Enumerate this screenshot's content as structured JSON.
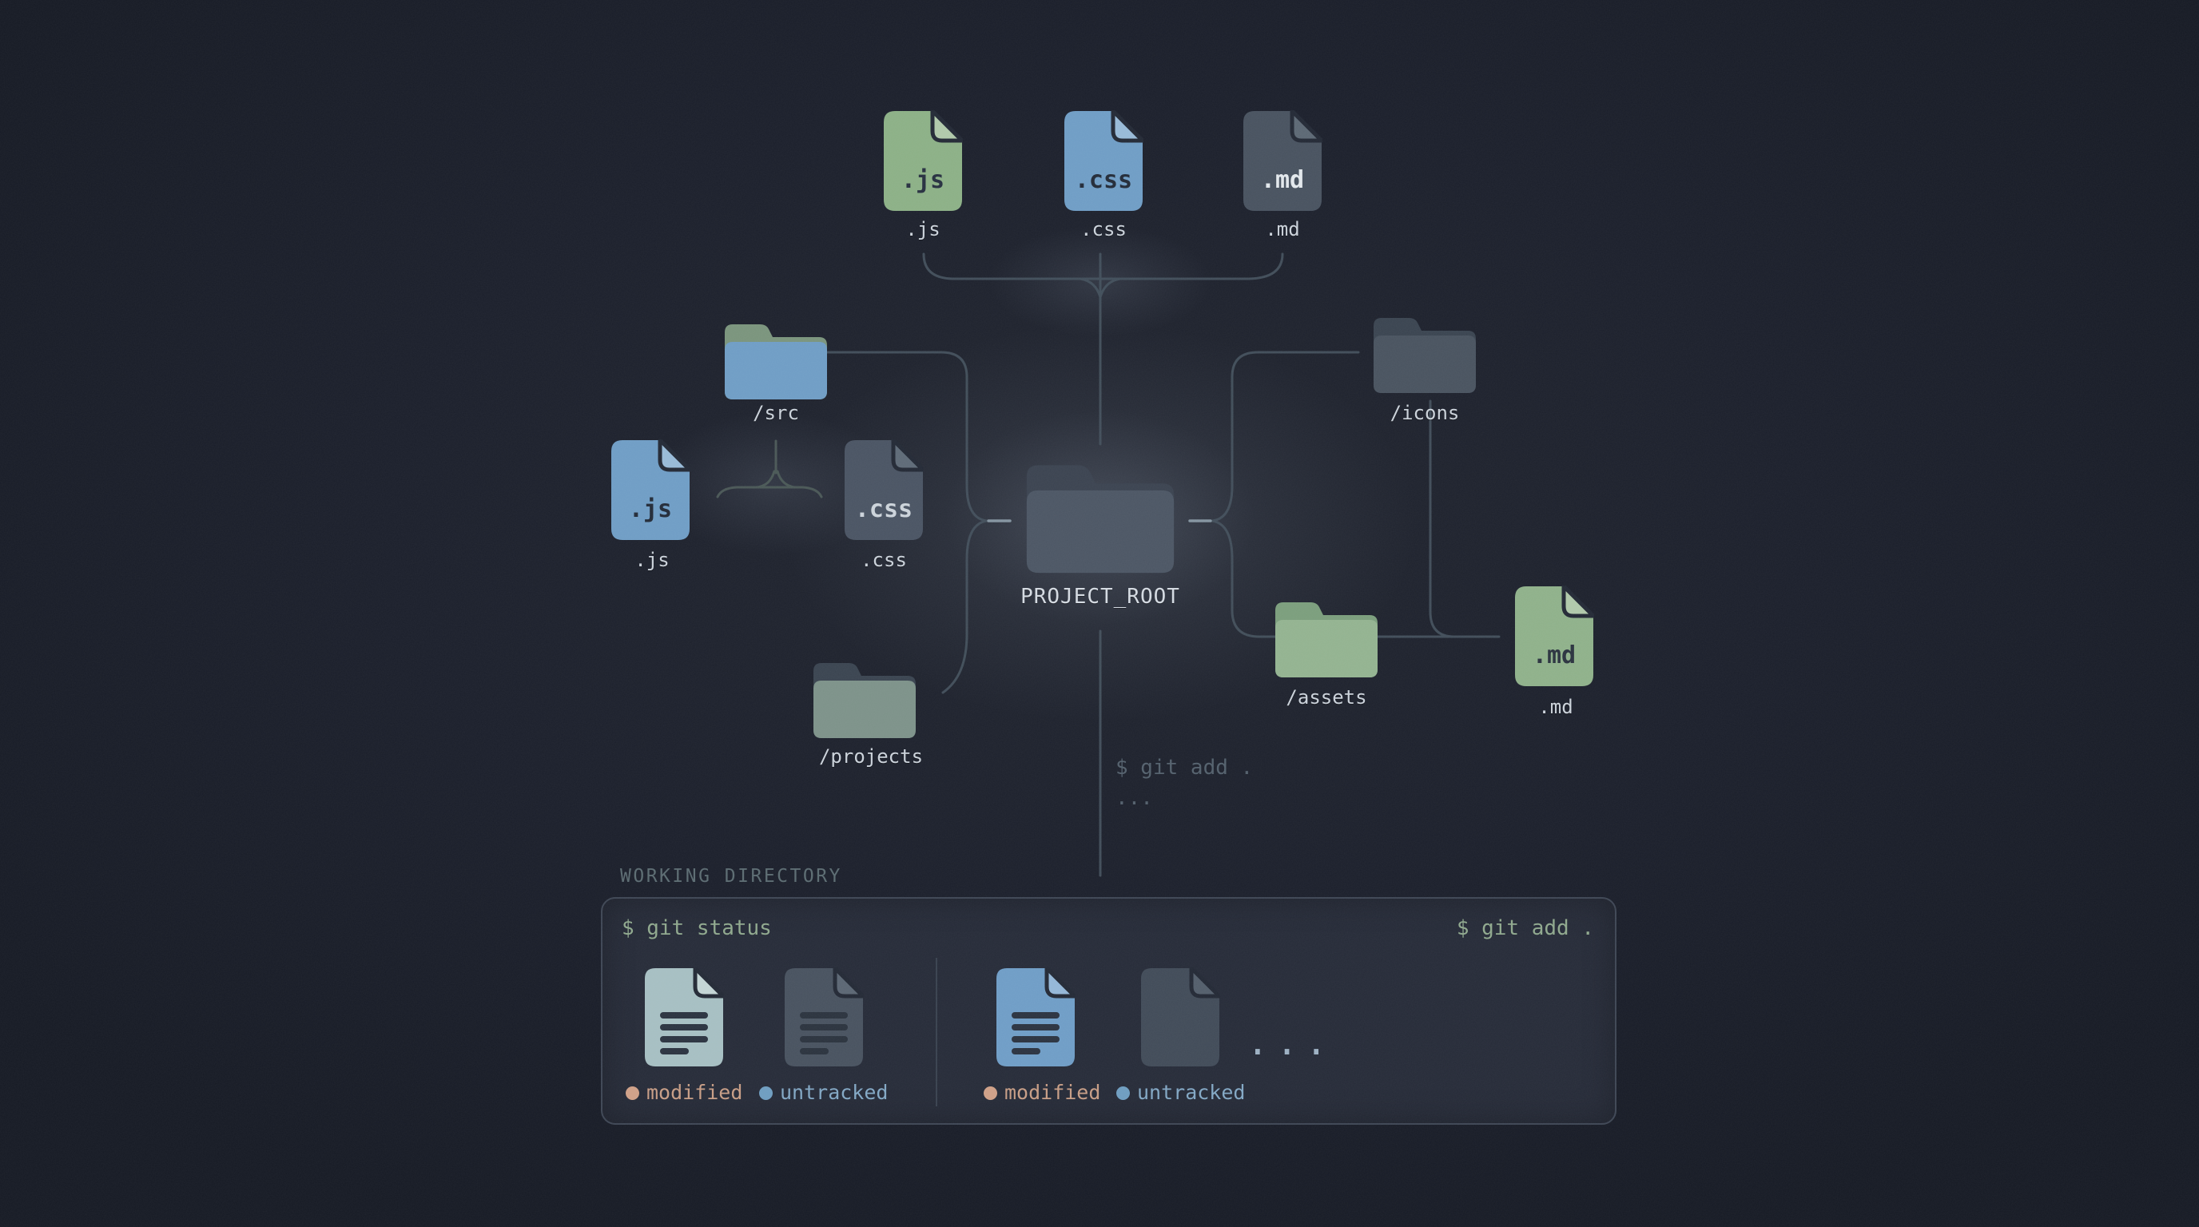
{
  "palette": {
    "background": "#1b1f2b",
    "panel_background": "#262b38",
    "panel_border": "#3e4654",
    "connector": "#43505c",
    "connector_bright": "#8494a0",
    "file_green": "#8cb086",
    "file_blue": "#6f9dc5",
    "file_slate": "#48525f",
    "root_folder_front": "#4c5664",
    "folder_back": "#3b4350",
    "src_back_tab": "#7a947c",
    "assets_green": "#93b390",
    "projects_sage": "#7d9289",
    "icons_slate": "#49535f",
    "label_text": "#cbd2da",
    "terminal_green": "#8fa88d",
    "dim_command_text": "#53606c",
    "working_directory_title_text": "#5b6b71",
    "modified_accent": "#cfa087",
    "untracked_accent": "#79a3c3",
    "doc_modified_pale": "#a6bfc2",
    "doc_untracked_dark": "#48525f",
    "doc_modified_blue": "#6f9dc6",
    "doc_untracked_plain": "#414b58"
  },
  "diagram": {
    "root": {
      "label": "PROJECT_ROOT"
    },
    "top_files": [
      {
        "label": ".js",
        "icon_text": ".js"
      },
      {
        "label": ".css",
        "icon_text": ".css"
      },
      {
        "label": ".md",
        "icon_text": ".md"
      }
    ],
    "src_folder": {
      "label": "/src"
    },
    "src_files": [
      {
        "label": ".js",
        "icon_text": ".js"
      },
      {
        "label": ".css",
        "icon_text": ".css"
      }
    ],
    "projects_folder": {
      "label": "/projects"
    },
    "icons_folder": {
      "label": "/icons"
    },
    "assets_folder": {
      "label": "/assets"
    },
    "md_file": {
      "label": ".md",
      "icon_text": ".md"
    },
    "flow_command": "$ git add .",
    "flow_ellipsis": "..."
  },
  "working_directory": {
    "title": "WORKING DIRECTORY",
    "status_command": "$ git status",
    "add_command": "$ git add .",
    "groups": [
      {
        "files": [
          {
            "status": "modified"
          },
          {
            "status": "untracked"
          }
        ]
      },
      {
        "files": [
          {
            "status": "modified"
          },
          {
            "status": "untracked"
          }
        ]
      }
    ],
    "ellipsis": "..."
  }
}
